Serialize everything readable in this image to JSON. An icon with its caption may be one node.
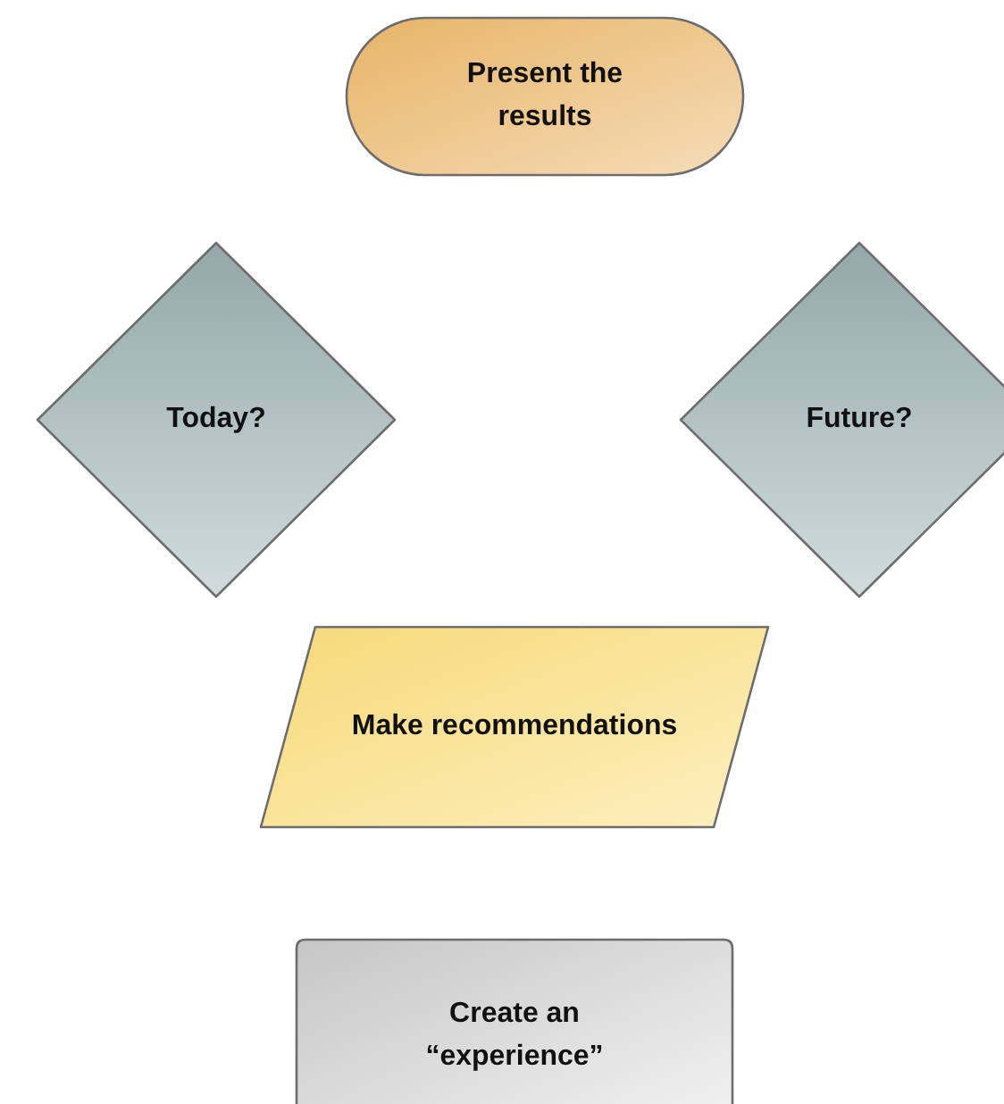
{
  "diagram": {
    "nodes": [
      {
        "text": [
          "Present the results"
        ]
      },
      {
        "text": [
          "Today?"
        ]
      },
      {
        "text": [
          "Future?"
        ]
      },
      {
        "text": [
          "Make recommendations"
        ]
      },
      {
        "text": [
          "Create an “experience”"
        ]
      }
    ]
  }
}
